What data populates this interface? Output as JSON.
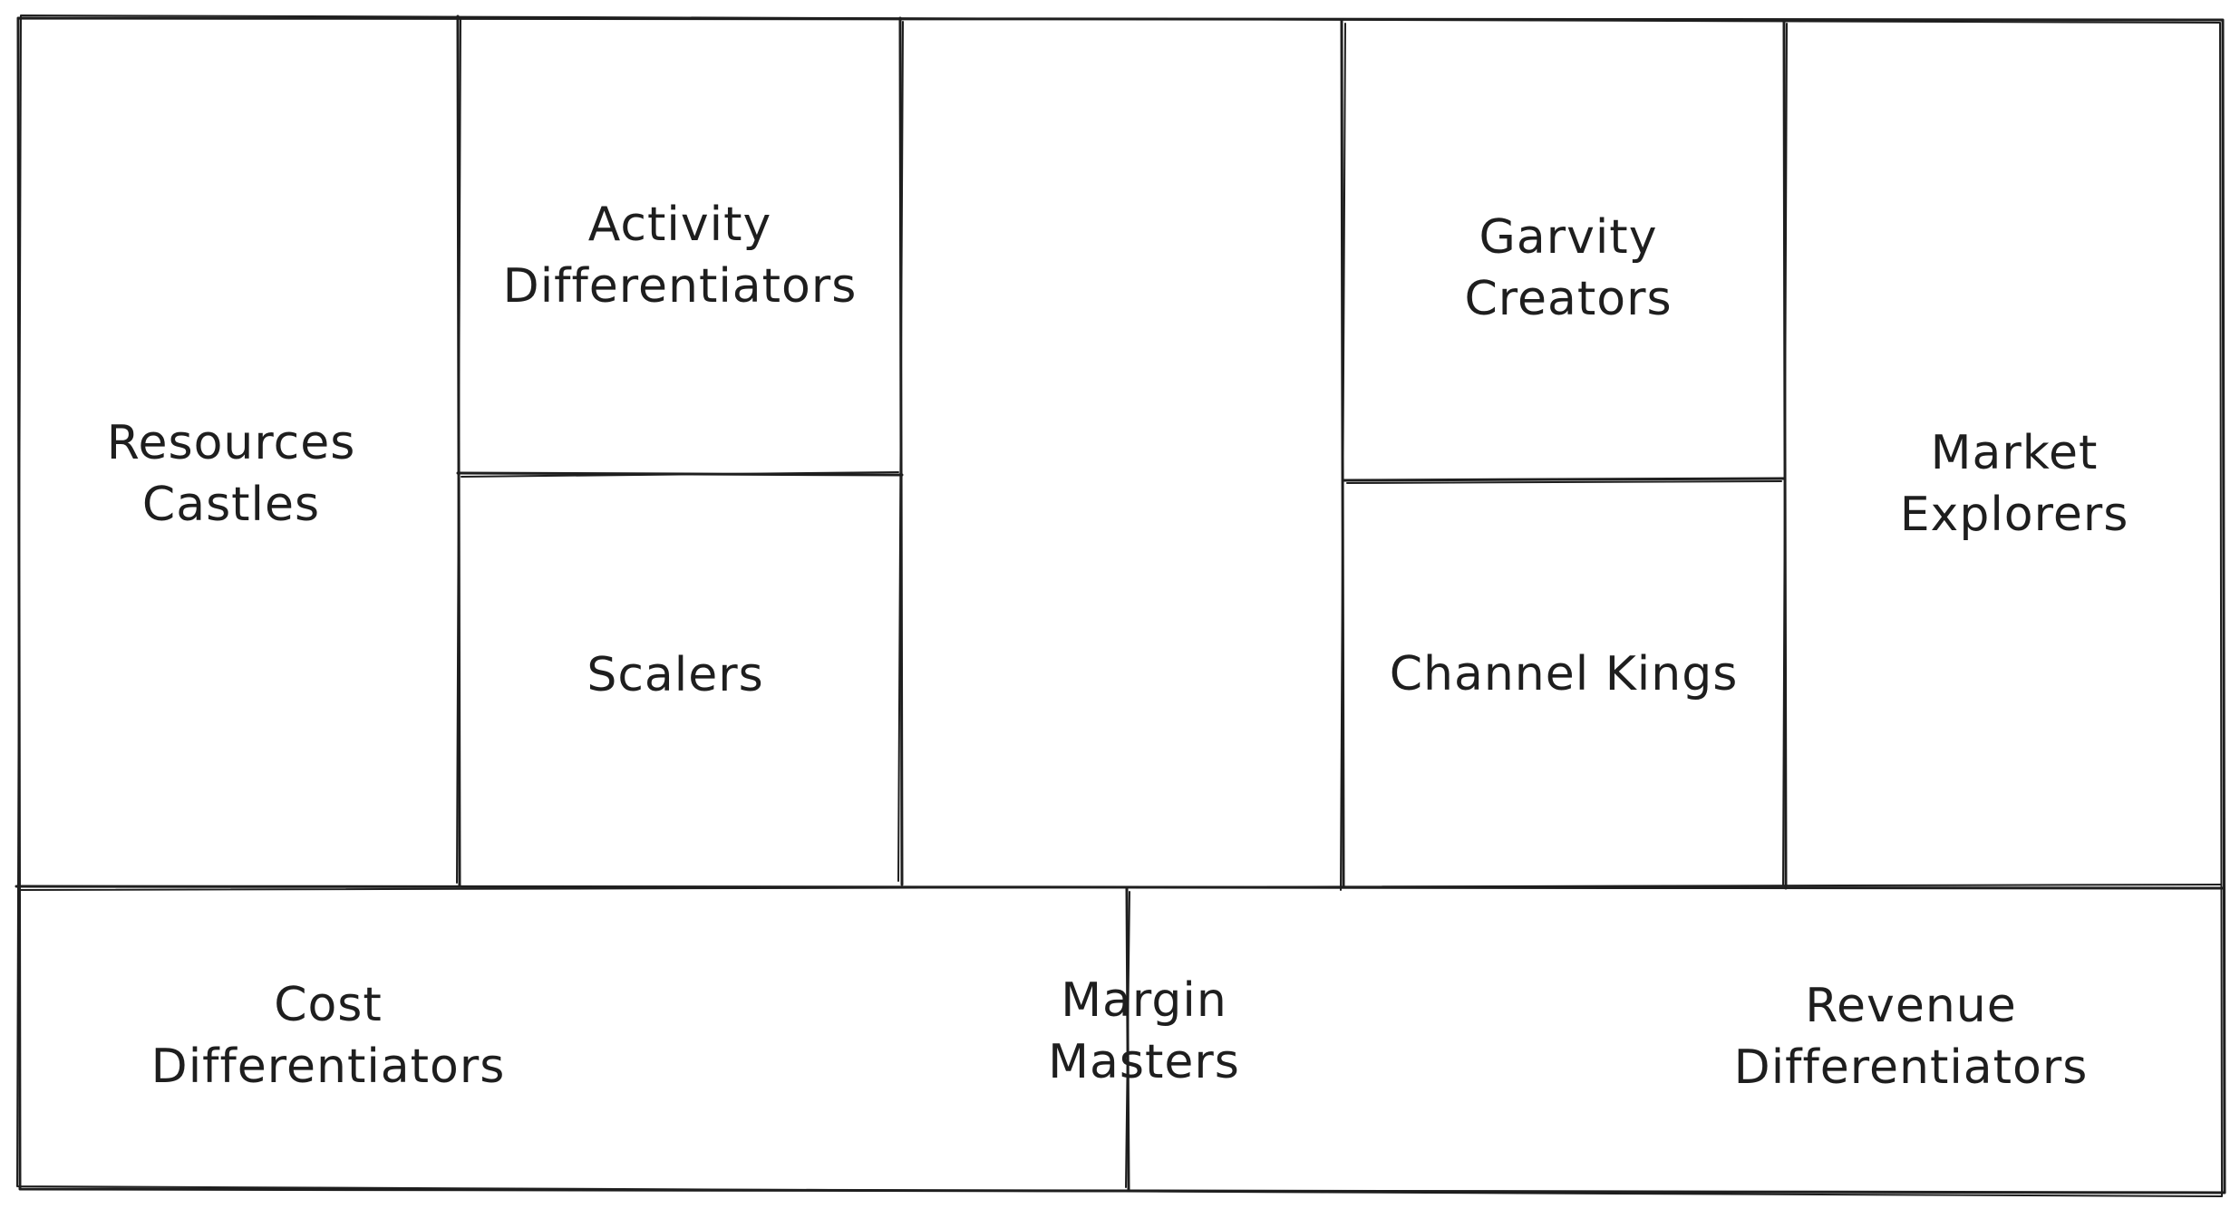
{
  "blocks": {
    "resources": {
      "line1": "Resources",
      "line2": "Castles"
    },
    "activity": {
      "line1": "Activity",
      "line2": "Differentiators"
    },
    "scalers": {
      "line1": "Scalers"
    },
    "gravity": {
      "line1": "Garvity",
      "line2": "Creators"
    },
    "channel": {
      "line1": "Channel Kings"
    },
    "market": {
      "line1": "Market",
      "line2": "Explorers"
    },
    "cost": {
      "line1": "Cost",
      "line2": "Differentiators"
    },
    "margin": {
      "line1": "Margin",
      "line2": "Masters"
    },
    "revenue": {
      "line1": "Revenue",
      "line2": "Differentiators"
    }
  },
  "colors": {
    "stroke": "#1e1e1e",
    "background": "#ffffff"
  }
}
